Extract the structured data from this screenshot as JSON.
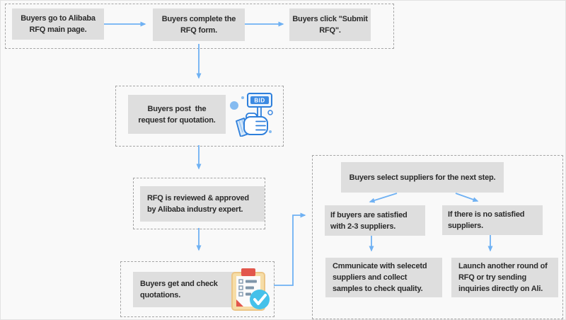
{
  "page": {
    "background": "#f9f9f9"
  },
  "colors": {
    "node_fill": "#dedede",
    "node_text": "#2b2b2b",
    "dashed_border": "#a5a5a5",
    "arrow_blue": "#6fb1f3",
    "icon_outline_blue": "#2e7fdb",
    "icon_fill_blue": "#85bbf0",
    "check_circle_blue": "#45c1ea",
    "clipboard_tan": "#f6dda7",
    "clip_red": "#e2574c"
  },
  "flow": {
    "submission": {
      "step1": "Buyers go to Alibaba\nRFQ main page.",
      "step2": "Buyers complete the\nRFQ form.",
      "step3": "Buyers click \"Submit\nRFQ\"."
    },
    "post": "Buyers post  the\nrequest for quotation.",
    "review": "RFQ is reviewed & approved\nby Alibaba industry expert.",
    "check": "Buyers get and check\nquotations.",
    "selection": {
      "header": "Buyers select suppliers for the next step.",
      "satisfied": "If buyers are satisfied\nwith 2-3 suppliers.",
      "not_satisfied": "If there is no satisfied\nsuppliers.",
      "satisfied_action": "Cmmunicate with selecetd\nsuppliers and collect\nsamples to check quality.",
      "not_satisfied_action": "Launch another round of\nRFQ or try sending\ninquiries directly on Ali."
    }
  },
  "icons": {
    "bid_sign_label": "BID"
  }
}
